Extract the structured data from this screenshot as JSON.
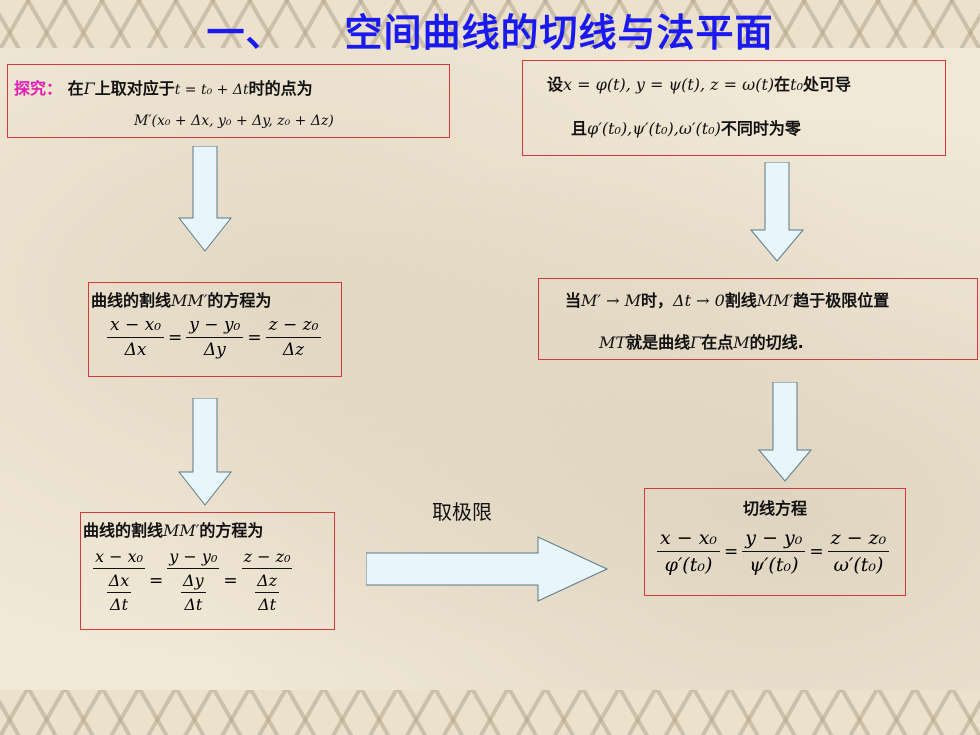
{
  "title": {
    "number": "一、",
    "text": "空间曲线的切线与法平面"
  },
  "box1": {
    "label": "探究：",
    "line1_prefix": "在",
    "gamma": "Γ",
    "line1_mid": "上取对应于",
    "t_expr": "t = t₀ + Δt",
    "line1_suffix": "时的点为",
    "point": "M′(x₀ + Δx, y₀ + Δy, z₀ + Δz)"
  },
  "box2": {
    "prefix": "设",
    "param": "x = φ(t), y = ψ(t), z = ω(t)",
    "mid": "在",
    "t0": "t₀",
    "suffix": "处可导",
    "line2_prefix": "且",
    "derivs": "φ′(t₀),ψ′(t₀),ω′(t₀)",
    "line2_suffix": "不同时为零"
  },
  "box3": {
    "label_prefix": "曲线的割线",
    "mm": "MM′",
    "label_suffix": "的方程为",
    "n1": "x − x₀",
    "d1": "Δx",
    "n2": "y − y₀",
    "d2": "Δy",
    "n3": "z − z₀",
    "d3": "Δz",
    "eq": "="
  },
  "box4": {
    "prefix": "当",
    "cond1": "M′ → M",
    "mid1": "时，",
    "cond2": "Δt → 0",
    "mid2": "割线",
    "mm": "MM′",
    "suffix": "趋于极限位置",
    "line2_mt": "MT",
    "line2_mid": "就是曲线",
    "gamma": "Γ",
    "line2_mid2": "在点",
    "m": "M",
    "line2_suffix": "的切线."
  },
  "box5": {
    "label_prefix": "曲线的割线",
    "mm": "MM′",
    "label_suffix": "的方程为",
    "n1": "x − x₀",
    "m1": "Δx",
    "d1": "Δt",
    "n2": "y − y₀",
    "m2": "Δy",
    "d2": "Δt",
    "n3": "z − z₀",
    "m3": "Δz",
    "d3": "Δt",
    "eq": "="
  },
  "limit_label": "取极限",
  "box6": {
    "title": "切线方程",
    "n1": "x − x₀",
    "d1": "φ′(t₀)",
    "n2": "y − y₀",
    "d2": "ψ′(t₀)",
    "n3": "z − z₀",
    "d3": "ω′(t₀)",
    "eq": "="
  },
  "colors": {
    "title": "#1a1af0",
    "box_border": "#d43a3a",
    "label_magenta": "#e21bb3",
    "arrow_fill": "#e8f6fb",
    "arrow_stroke": "#5a7a8a"
  }
}
